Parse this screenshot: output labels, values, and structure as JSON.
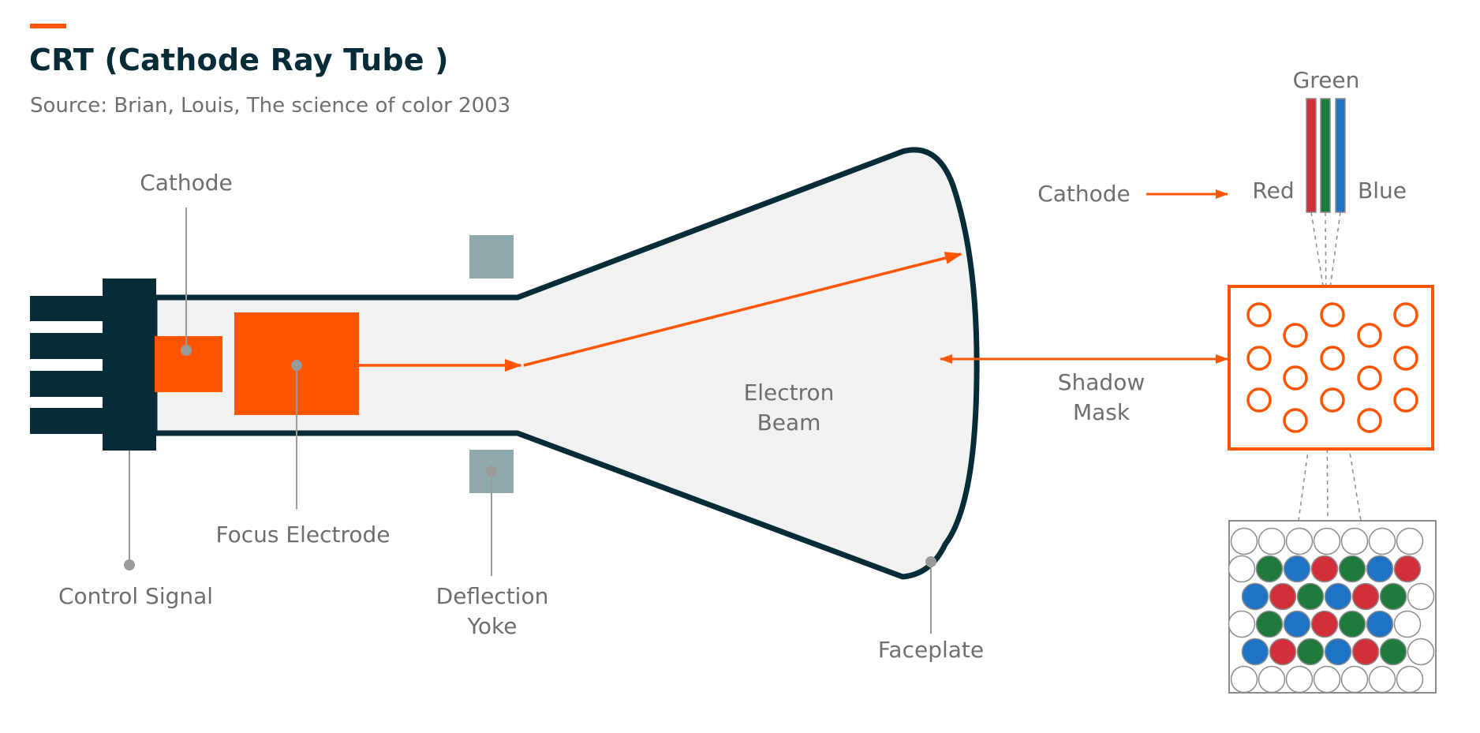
{
  "header": {
    "title": "CRT (Cathode Ray Tube )",
    "source": "Source: Brian, Louis, The science of color 2003"
  },
  "labels": {
    "cathode": "Cathode",
    "focus_electrode": "Focus Electrode",
    "control_signal": "Control Signal",
    "deflection_yoke_line1": "Deflection",
    "deflection_yoke_line2": "Yoke",
    "electron_beam_line1": "Electron",
    "electron_beam_line2": "Beam",
    "faceplate": "Faceplate",
    "shadow_mask_line1": "Shadow",
    "shadow_mask_line2": "Mask",
    "gun_cathode": "Cathode",
    "gun_red": "Red",
    "gun_green": "Green",
    "gun_blue": "Blue"
  },
  "colors": {
    "accent": "#ff5500",
    "dark": "#062c38",
    "text": "#6e6e6e",
    "yoke": "#8fa9aa",
    "tube_fill": "#f1f1f1",
    "phosphor_red": "#d32f3a",
    "phosphor_green": "#1e7b3c",
    "phosphor_blue": "#1f73c6"
  },
  "phosphor_rows": [
    [
      "white",
      "white",
      "white",
      "white",
      "white",
      "white",
      "white"
    ],
    [
      "white",
      "green",
      "blue",
      "red",
      "green",
      "blue",
      "red"
    ],
    [
      "blue",
      "red",
      "green",
      "blue",
      "red",
      "green",
      "white"
    ],
    [
      "white",
      "green",
      "blue",
      "red",
      "green",
      "blue",
      "white"
    ],
    [
      "blue",
      "red",
      "green",
      "blue",
      "red",
      "green",
      "white"
    ],
    [
      "white",
      "white",
      "white",
      "white",
      "white",
      "white",
      "white"
    ]
  ]
}
